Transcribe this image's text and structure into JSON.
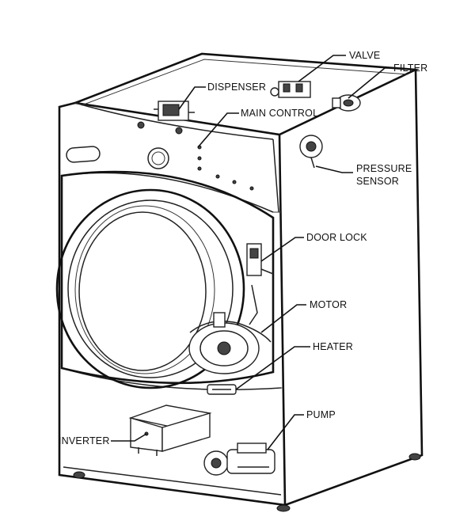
{
  "labels": {
    "valve": "VALVE",
    "filter": "FILTER",
    "dispenser": "DISPENSER",
    "main_control": "MAIN CONTROL",
    "pressure_sensor_1": "PRESSURE",
    "pressure_sensor_2": "SENSOR",
    "door_lock": "DOOR LOCK",
    "motor": "MOTOR",
    "heater": "HEATER",
    "pump": "PUMP",
    "inverter": "INVERTER"
  }
}
